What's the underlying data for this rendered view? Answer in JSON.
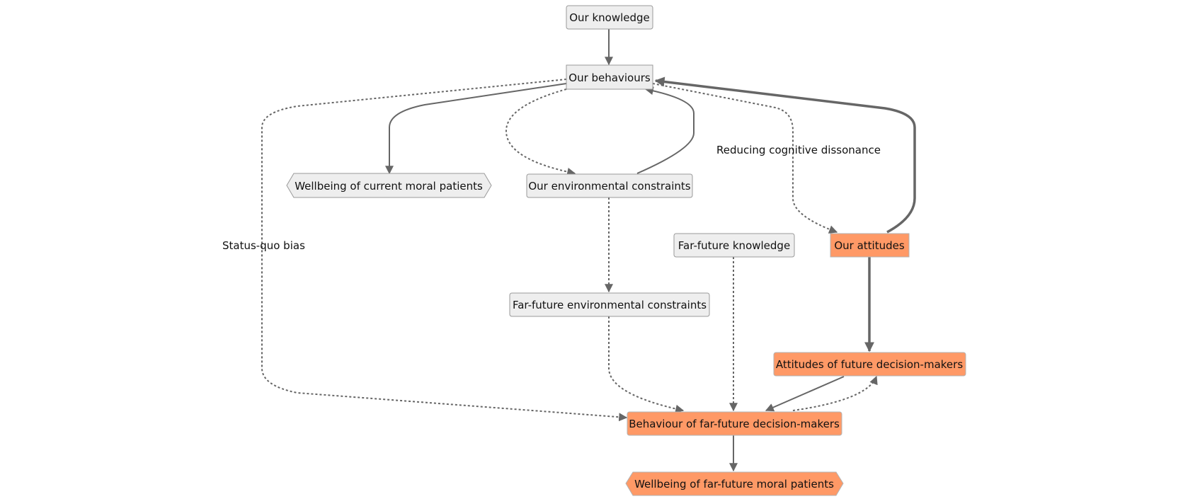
{
  "colors": {
    "node_fill": "#eeeeee",
    "node_stroke": "#999999",
    "highlight_fill": "#ff9966",
    "edge": "#666666",
    "background": "#ffffff"
  },
  "nodes": {
    "our_knowledge": "Our knowledge",
    "our_behaviours": "Our behaviours",
    "wellbeing_current": "Wellbeing of current moral patients",
    "our_env_constraints": "Our environmental constraints",
    "far_future_knowledge": "Far-future knowledge",
    "our_attitudes": "Our attitudes",
    "far_future_env_constraints": "Far-future environmental constraints",
    "attitudes_future_dm": "Attitudes of future decision-makers",
    "behaviour_far_future_dm": "Behaviour of far-future decision-makers",
    "wellbeing_far_future": "Wellbeing of far-future moral patients"
  },
  "edge_labels": {
    "status_quo_bias": "Status-quo bias",
    "reducing_cognitive_dissonance": "Reducing cognitive dissonance"
  }
}
